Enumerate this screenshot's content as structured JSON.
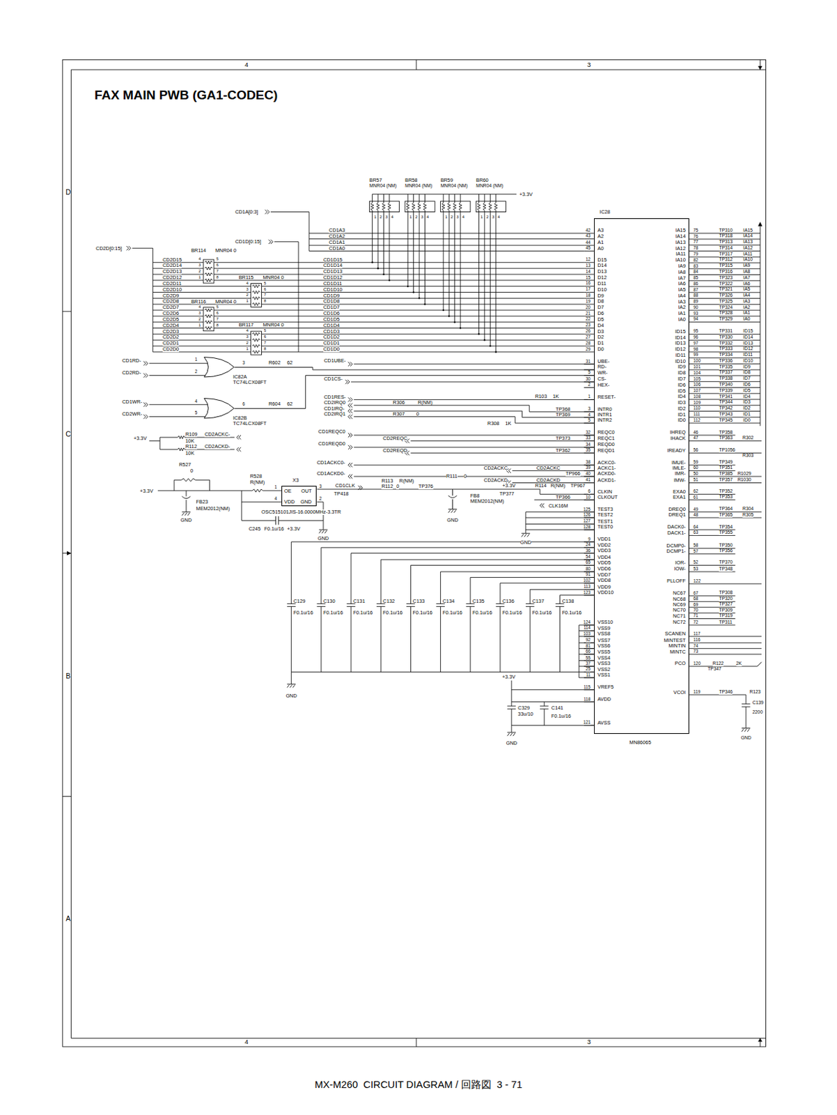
{
  "diagram": {
    "title": "FAX MAIN PWB (GA1-CODEC)",
    "caption": "MX-M260  CIRCUIT DIAGRAM / 回路図  3 - 71",
    "nodes": [
      {
        "text": [
          "IC28",
          "MN86065"
        ]
      },
      {
        "text": [
          "IC82A",
          "TC74LCX08FT"
        ]
      },
      {
        "text": [
          "IC82B",
          "TC74LCX08FT"
        ]
      },
      {
        "text": [
          "X3",
          "OE",
          "OUT",
          "VDD",
          "GND"
        ]
      }
    ],
    "edges": [
      {
        "from": 1,
        "to": 0,
        "arrow": "none"
      },
      {
        "from": 2,
        "to": 0,
        "arrow": "none"
      },
      {
        "from": 3,
        "to": 0,
        "arrow": "none"
      }
    ],
    "labels": [
      "4",
      "3",
      "4",
      "3",
      "D",
      "C",
      "B",
      "A",
      "BR57",
      "BR58",
      "BR59",
      "BR60",
      "MNR04 (NM)",
      "MNR04 (NM)",
      "MNR04 (NM)",
      "MNR04 (NM)",
      "+3.3V",
      "1",
      "2",
      "3",
      "4",
      "1",
      "2",
      "3",
      "4",
      "1",
      "2",
      "3",
      "4",
      "1",
      "2",
      "3",
      "4",
      "CD1A[0:3]",
      "CD1D[0:15]",
      "CD2D[0:15]",
      "CD1A3",
      "CD1A2",
      "CD1A1",
      "CD1A0",
      "CD1D15",
      "CD1D14",
      "CD1D13",
      "CD1D12",
      "CD1D11",
      "CD1D10",
      "CD1D9",
      "CD1D8",
      "CD1D7",
      "CD1D6",
      "CD1D5",
      "CD1D4",
      "CD1D3",
      "CD1D2",
      "CD1D1",
      "CD1D0",
      "CD2D15",
      "CD2D14",
      "CD2D13",
      "CD2D12",
      "CD2D11",
      "CD2D10",
      "CD2D9",
      "CD2D8",
      "CD2D7",
      "CD2D6",
      "CD2D5",
      "CD2D4",
      "CD2D3",
      "CD2D2",
      "CD2D1",
      "CD2D0",
      "BR114",
      "MNR04 0",
      "BR115",
      "MNR04 0",
      "BR116",
      "MNR04 0",
      "BR117",
      "MNR04 0",
      "4",
      "3",
      "2",
      "1",
      "5",
      "6",
      "7",
      "8",
      "4",
      "3",
      "2",
      "1",
      "5",
      "6",
      "7",
      "8",
      "4",
      "3",
      "2",
      "1",
      "5",
      "6",
      "7",
      "8",
      "4",
      "3",
      "2",
      "1",
      "5",
      "6",
      "7",
      "8",
      "A3",
      "A2",
      "A1",
      "A0",
      "D15",
      "D14",
      "D13",
      "D12",
      "D11",
      "D10",
      "D9",
      "D8",
      "D7",
      "D6",
      "D5",
      "D4",
      "D3",
      "D2",
      "D1",
      "D0",
      "UBE-",
      "RD-",
      "WR-",
      "CS-",
      "HEX-",
      "RESET-",
      "INTR0",
      "INTR1",
      "INTR2",
      "REQC0",
      "REQC1",
      "REQD0",
      "REQD1",
      "ACKC0-",
      "ACKC1-",
      "ACKD0-",
      "ACKD1-",
      "CLKIN",
      "CLKOUT",
      "TEST3",
      "TEST2",
      "TEST1",
      "TEST0",
      "VDD1",
      "VDD2",
      "VDD3",
      "VDD4",
      "VDD5",
      "VDD6",
      "VDD7",
      "VDD8",
      "VDD9",
      "VDD10",
      "VSS10",
      "VSS9",
      "VSS8",
      "VSS7",
      "VSS6",
      "VSS5",
      "VSS4",
      "VSS3",
      "VSS2",
      "VSS1",
      "VREF5",
      "AVDD",
      "AVSS",
      "42",
      "43",
      "44",
      "45",
      "12",
      "13",
      "14",
      "15",
      "16",
      "17",
      "18",
      "19",
      "20",
      "21",
      "22",
      "23",
      "26",
      "27",
      "28",
      "29",
      "31",
      "5",
      "30",
      "2",
      "1",
      "3",
      "4",
      "5",
      "32",
      "33",
      "34",
      "35",
      "38",
      "39",
      "40",
      "41",
      "6",
      "10",
      "125",
      "126",
      "127",
      "128",
      "9",
      "24",
      "36",
      "54",
      "65",
      "80",
      "91",
      "102",
      "113",
      "123",
      "124",
      "114",
      "103",
      "92",
      "81",
      "66",
      "55",
      "37",
      "25",
      "11",
      "115",
      "118",
      "121",
      "IA15",
      "IA14",
      "IA13",
      "IA12",
      "IA11",
      "IA10",
      "IA9",
      "IA8",
      "IA7",
      "IA6",
      "IA5",
      "IA4",
      "IA3",
      "IA2",
      "IA1",
      "IA0",
      "ID15",
      "ID14",
      "ID13",
      "ID12",
      "ID11",
      "ID10",
      "ID9",
      "ID8",
      "ID7",
      "ID6",
      "ID5",
      "ID4",
      "ID3",
      "ID2",
      "ID1",
      "ID0",
      "IHREQ",
      "IHACK",
      "IREADY",
      "IMUE-",
      "IMLE-",
      "IMR-",
      "IMW-",
      "EXA0",
      "EXA1",
      "DREQ0",
      "DREQ1",
      "DACK0-",
      "DACK1-",
      "DCMP0-",
      "DCMP1-",
      "IOR-",
      "IOW-",
      "PLLOFF",
      "NC67",
      "NC68",
      "NC69",
      "NC70",
      "NC71",
      "NC72",
      "SCANEN",
      "MINTEST",
      "MINTIN",
      "MINTC",
      "PCO",
      "VCOI",
      "75",
      "76",
      "77",
      "78",
      "79",
      "82",
      "83",
      "84",
      "85",
      "86",
      "87",
      "88",
      "89",
      "90",
      "93",
      "94",
      "95",
      "96",
      "97",
      "98",
      "99",
      "100",
      "101",
      "104",
      "105",
      "106",
      "107",
      "108",
      "109",
      "110",
      "111",
      "112",
      "46",
      "47",
      "56",
      "59",
      "60",
      "50",
      "51",
      "62",
      "61",
      "49",
      "48",
      "64",
      "63",
      "58",
      "57",
      "52",
      "53",
      "122",
      "67",
      "68",
      "69",
      "70",
      "71",
      "72",
      "117",
      "116",
      "74",
      "73",
      "120",
      "119",
      "TP310",
      "TP318",
      "TP313",
      "TP314",
      "TP317",
      "TP312",
      "TP315",
      "TP316",
      "TP323",
      "TP322",
      "TP321",
      "TP326",
      "TP325",
      "TP324",
      "TP328",
      "TP329",
      "TP331",
      "TP330",
      "TP332",
      "TP333",
      "TP334",
      "TP336",
      "TP335",
      "TP337",
      "TP338",
      "TP340",
      "TP339",
      "TP341",
      "TP344",
      "TP342",
      "TP343",
      "TP345",
      "IA15",
      "IA14",
      "IA13",
      "IA12",
      "IA11",
      "IA10",
      "IA9",
      "IA8",
      "IA7",
      "IA6",
      "IA5",
      "IA4",
      "IA3",
      "IA2",
      "IA1",
      "IA0",
      "ID15",
      "ID14",
      "ID13",
      "ID12",
      "ID11",
      "ID10",
      "ID9",
      "ID8",
      "ID7",
      "ID6",
      "ID5",
      "ID4",
      "ID3",
      "ID2",
      "ID1",
      "ID0",
      "TP358",
      "TP363",
      "R302",
      "TP1056",
      "R303",
      "TP349",
      "TP351",
      "TP385",
      "R1029",
      "TP357",
      "R1030",
      "TP352",
      "TP353",
      "TP364",
      "R304",
      "TP365",
      "R305",
      "TP354",
      "TP355",
      "TP350",
      "TP356",
      "TP370",
      "TP348",
      "TP308",
      "TP320",
      "TP327",
      "TP309",
      "TP319",
      "TP311",
      "R122",
      "2K",
      "TP347",
      "TP346",
      "R123",
      "C139",
      "2200",
      "GND",
      "CD1RD-",
      "CD2RD-",
      "1",
      "2",
      "3",
      "R602",
      "62",
      "CD1UBE-",
      "CD1CS-",
      "CD1WR-",
      "CD2WR-",
      "4",
      "5",
      "6",
      "R604",
      "62",
      "CD1RES-",
      "CD2IRQ0",
      "CD1IRQ-",
      "CD2IRQ1",
      "R306",
      "R(NM)",
      "R307",
      "0",
      "R103",
      "1K",
      "TP368",
      "TP369",
      "R308",
      "1K",
      "CD1REQC0",
      "CD2REQC",
      "CD1REQD0",
      "CD2REQD",
      "TP373",
      "TP362",
      "CD1ACKC0-",
      "CD2ACKC",
      "CD1ACKD0-",
      "CD2ACKD",
      "CD2ACKC",
      "TP966",
      "CD2ACKD",
      "R114",
      "R(NM)",
      "TP967",
      "+3.3V",
      "CD1CLK",
      "R113",
      "R(NM)",
      "R112",
      "0",
      "TP376",
      "TP418",
      "R111",
      "0",
      "FB8",
      "MEM2012(NM)",
      "TP377",
      "TP366",
      "CLK16M",
      "+3.3V",
      "R109",
      "CD2ACKC-",
      "10K",
      "R112",
      "CD2ACKD-",
      "10K",
      "R527",
      "0",
      "R528",
      "R(NM)",
      "+3.3V",
      "1",
      "3",
      "4",
      "2",
      "FB23",
      "MEM2012(NM)",
      "GND",
      "OSC515101JIS-16.0000MHz-3.3TR",
      "C245",
      "F0.1u/16",
      "+3.3V",
      "GND",
      "GND",
      "GND",
      "C129",
      "C130",
      "C131",
      "C132",
      "C133",
      "C134",
      "C135",
      "C136",
      "C137",
      "C138",
      "F0.1u/16",
      "F0.1u/16",
      "F0.1u/16",
      "F0.1u/16",
      "F0.1u/16",
      "F0.1u/16",
      "F0.1u/16",
      "F0.1u/16",
      "F0.1u/16",
      "F0.1u/16",
      "+3.3V",
      "GND",
      "C329",
      "33u/10",
      "C141",
      "F0.1u/16",
      "GND"
    ]
  }
}
